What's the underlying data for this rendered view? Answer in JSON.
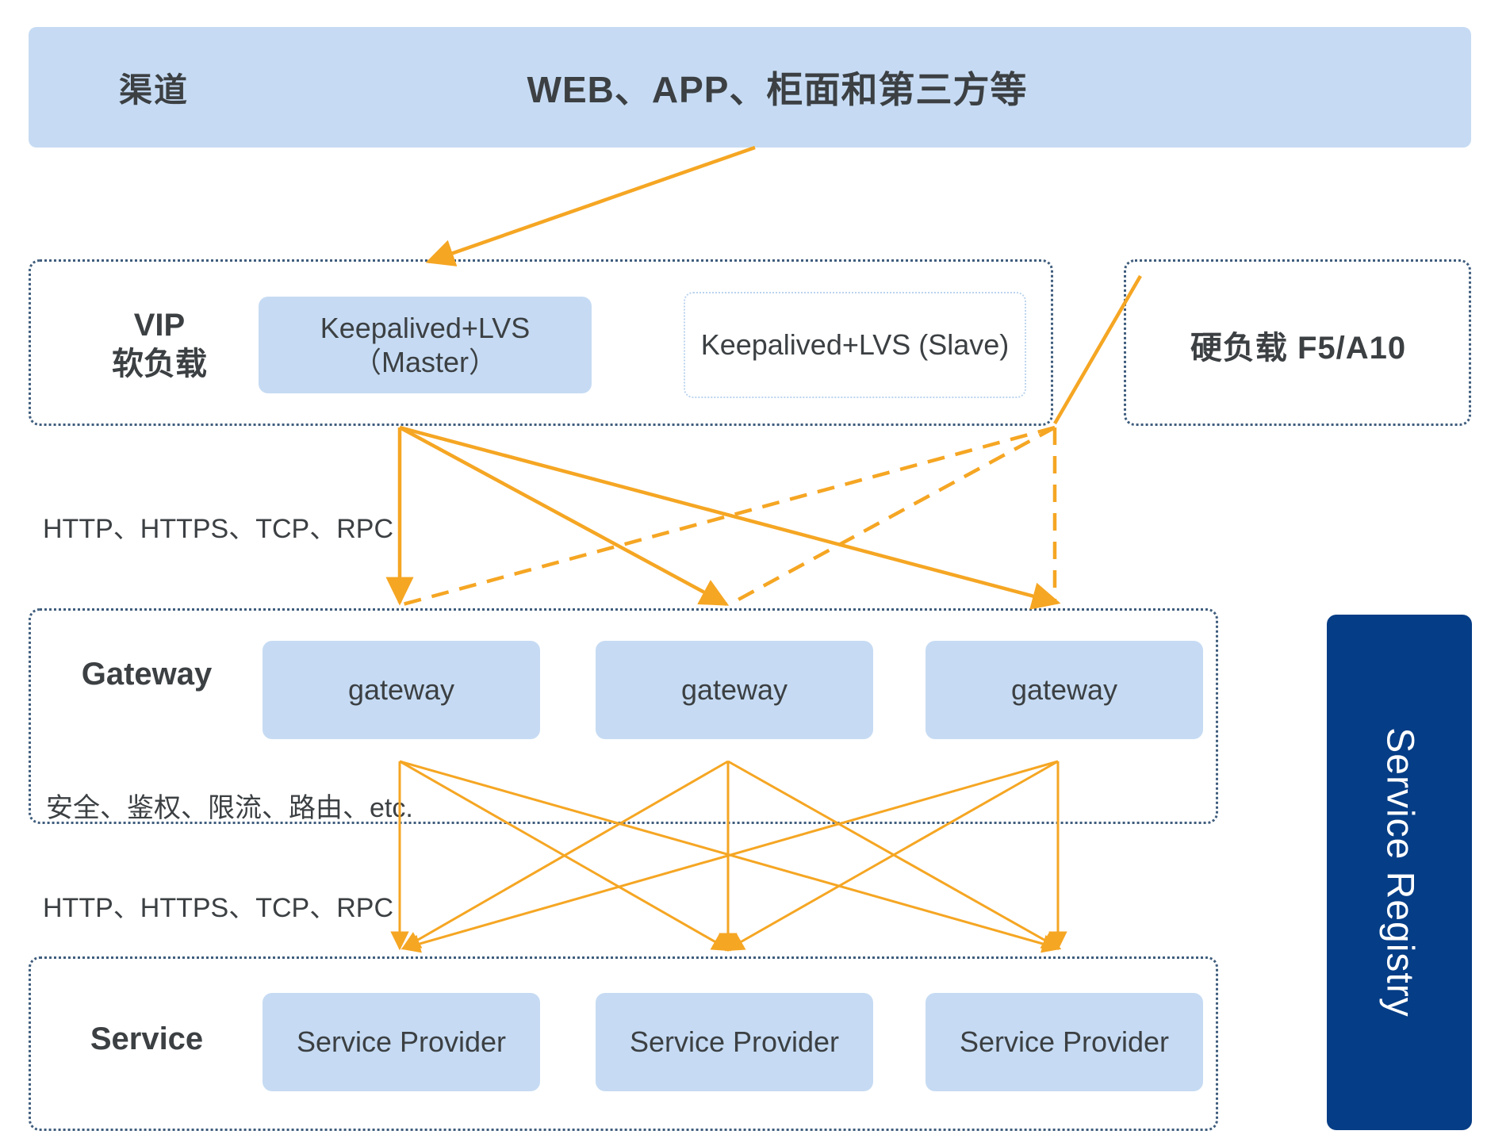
{
  "channel": {
    "label": "渠道",
    "title": "WEB、APP、柜面和第三方等",
    "bg": "#c6dbf3"
  },
  "vip": {
    "title_line1": "VIP",
    "title_line2": "软负载",
    "nodes": [
      {
        "name": "lvs-master",
        "label": "Keepalived+LVS（Master）",
        "style": "filled"
      },
      {
        "name": "lvs-slave",
        "label": "Keepalived+LVS (Slave)",
        "style": "outline"
      }
    ]
  },
  "hard_load": {
    "title": "硬负载  F5/A10"
  },
  "gateway": {
    "title": "Gateway",
    "feature_label": "安全、鉴权、限流、路由、etc.",
    "nodes": [
      {
        "name": "gateway-1",
        "label": "gateway"
      },
      {
        "name": "gateway-2",
        "label": "gateway"
      },
      {
        "name": "gateway-3",
        "label": "gateway"
      }
    ]
  },
  "service": {
    "title": "Service",
    "nodes": [
      {
        "name": "service-provider-1",
        "label": "Service Provider"
      },
      {
        "name": "service-provider-2",
        "label": "Service Provider"
      },
      {
        "name": "service-provider-3",
        "label": "Service Provider"
      }
    ]
  },
  "edge_labels": {
    "protocol_top": "HTTP、HTTPS、TCP、RPC",
    "protocol_bottom": "HTTP、HTTPS、TCP、RPC"
  },
  "registry": {
    "label": "Service Registry",
    "bg": "#053d86",
    "text_color": "#ffffff"
  },
  "colors": {
    "node_fill": "#c6dbf3",
    "arrow": "#f5a623",
    "layer_border": "#3f5d7d",
    "text": "#3c4043",
    "registry_blue": "#053d86"
  }
}
